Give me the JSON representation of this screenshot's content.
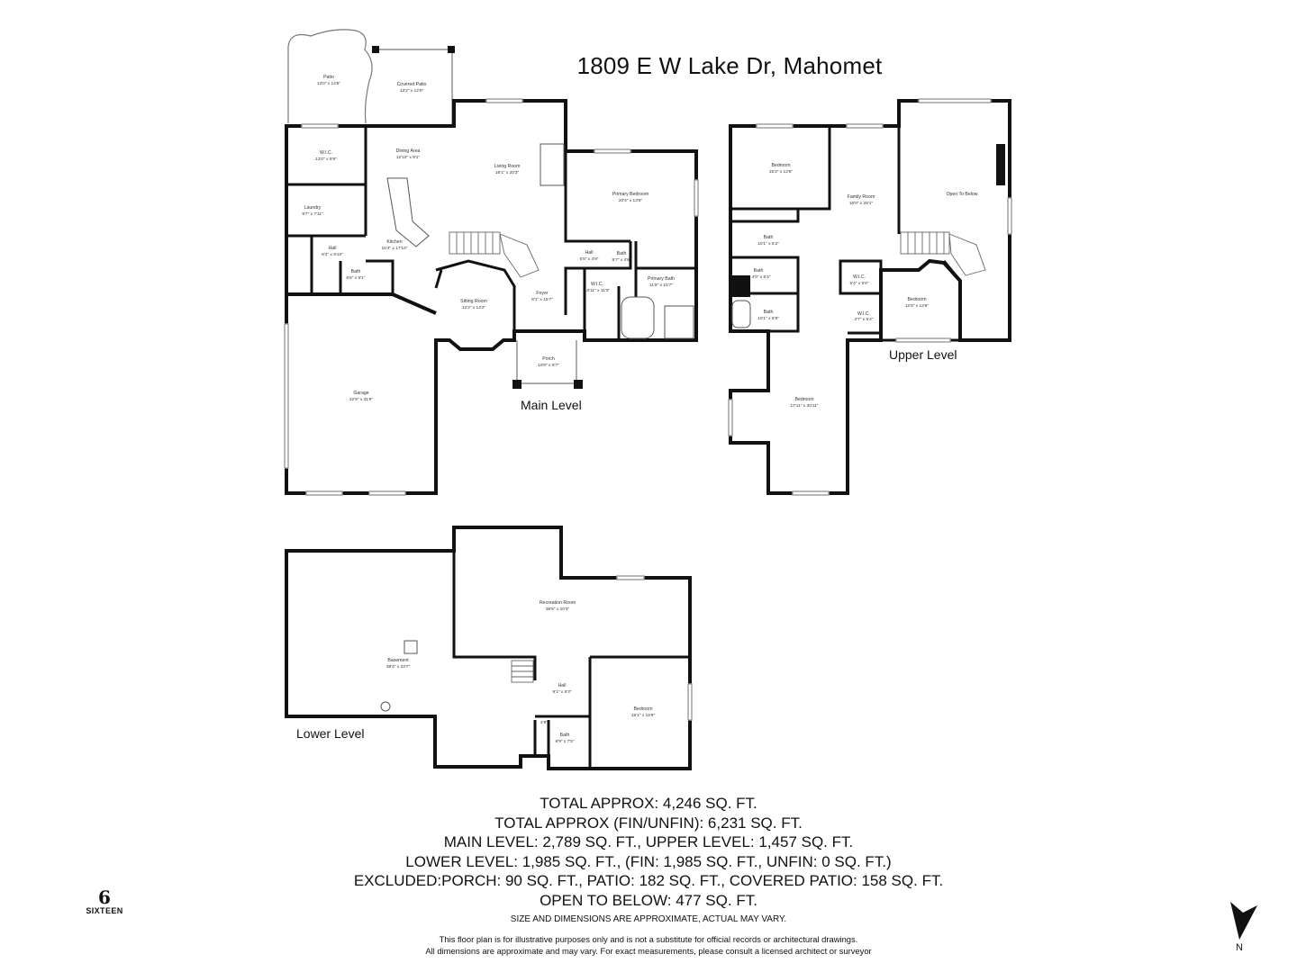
{
  "address": "1809 E W Lake Dr, Mahomet",
  "levels": {
    "main": "Main Level",
    "upper": "Upper Level",
    "lower": "Lower Level"
  },
  "rooms": {
    "patio": {
      "name": "Patio",
      "dim": "13'0\" x 14'6\""
    },
    "covered_patio": {
      "name": "Covered Patio",
      "dim": "13'2\" x 12'0\""
    },
    "wic_main": {
      "name": "W.I.C.",
      "dim": "12'0\" x 8'9\""
    },
    "dining": {
      "name": "Dining Area",
      "dim": "12'10\" x 8'1\""
    },
    "living": {
      "name": "Living Room",
      "dim": "18'1\" x 20'3\""
    },
    "primary_bedroom": {
      "name": "Primary Bedroom",
      "dim": "20'4\" x 13'6\""
    },
    "laundry": {
      "name": "Laundry",
      "dim": "9'7\" x 7'11\""
    },
    "kitchen": {
      "name": "Kitchen",
      "dim": "15'4\" x 17'10\""
    },
    "hall_main": {
      "name": "Hall",
      "dim": "8'4\" x 9'10\""
    },
    "bath_main": {
      "name": "Bath",
      "dim": "6'6\" x 5'1\""
    },
    "bath_small": {
      "name": "Bath",
      "dim": "5'7\" x 4'6\""
    },
    "hall_small": {
      "name": "Hall",
      "dim": "5'5\" x 4'9\""
    },
    "sitting": {
      "name": "Sitting Room",
      "dim": "12'2\" x 14'2\""
    },
    "foyer": {
      "name": "Foyer",
      "dim": "8'1\" x 15'7\""
    },
    "wic_primary": {
      "name": "W.I.C.",
      "dim": "10'11\" x 11'3\""
    },
    "primary_bath": {
      "name": "Primary Bath",
      "dim": "11'9\" x 15'7\""
    },
    "porch": {
      "name": "Porch",
      "dim": "10'0\" x 8'7\""
    },
    "garage": {
      "name": "Garage",
      "dim": "22'9\" x 31'9\""
    },
    "bedroom_up1": {
      "name": "Bedroom",
      "dim": "15'2\" x 12'6\""
    },
    "family": {
      "name": "Family Room",
      "dim": "16'0\" x 26'1\""
    },
    "open_below": {
      "name": "Open To Below",
      "dim": ""
    },
    "bath_up1": {
      "name": "Bath",
      "dim": "10'1\" x 5'2\""
    },
    "bath_up2": {
      "name": "Bath",
      "dim": "4'0\" x 5'4\""
    },
    "bath_up3": {
      "name": "Bath",
      "dim": "10'1\" x 5'8\""
    },
    "wic_up1": {
      "name": "W.I.C.",
      "dim": "5'4\" x 5'0\""
    },
    "wic_up2": {
      "name": "W.I.C.",
      "dim": "4'7\" x 5'4\""
    },
    "bedroom_up2": {
      "name": "Bedroom",
      "dim": "12'6\" x 12'6\""
    },
    "bedroom_up3": {
      "name": "Bedroom",
      "dim": "17'11\" x 30'11\""
    },
    "recreation": {
      "name": "Recreation Room",
      "dim": "36'5\" x 20'3\""
    },
    "basement": {
      "name": "Basement",
      "dim": "38'4\" x 33'7\""
    },
    "hall_lower": {
      "name": "Hall",
      "dim": "9'1\" x 9'3\""
    },
    "bedroom_lower": {
      "name": "Bedroom",
      "dim": "15'1\" x 16'9\""
    },
    "bath_lower": {
      "name": "Bath",
      "dim": "8'9\" x 7'5\""
    },
    "lower_small": {
      "name": "",
      "dim": "4'9\""
    }
  },
  "totals": [
    "TOTAL APPROX: 4,246 SQ. FT.",
    "TOTAL APPROX (FIN/UNFIN): 6,231 SQ. FT.",
    "MAIN LEVEL: 2,789 SQ. FT., UPPER LEVEL: 1,457 SQ. FT.",
    "LOWER LEVEL: 1,985 SQ. FT., (FIN: 1,985 SQ. FT., UNFIN: 0 SQ. FT.)",
    "EXCLUDED:PORCH: 90 SQ. FT., PATIO: 182 SQ. FT., COVERED PATIO: 158 SQ. FT.",
    "OPEN TO BELOW: 477 SQ. FT."
  ],
  "size_note": "SIZE AND DIMENSIONS ARE APPROXIMATE, ACTUAL MAY VARY.",
  "disclaimer": [
    "This floor plan is for illustrative purposes only and is not a substitute for official records or architectural drawings.",
    "All dimensions are approximate and may vary. For exact measurements, please consult a licensed architect or surveyor"
  ],
  "logo": {
    "mark": "6",
    "name": "SIXTEEN",
    "icon": "sixteen-logo-icon"
  },
  "north": {
    "label": "N",
    "icon": "north-arrow-icon"
  }
}
